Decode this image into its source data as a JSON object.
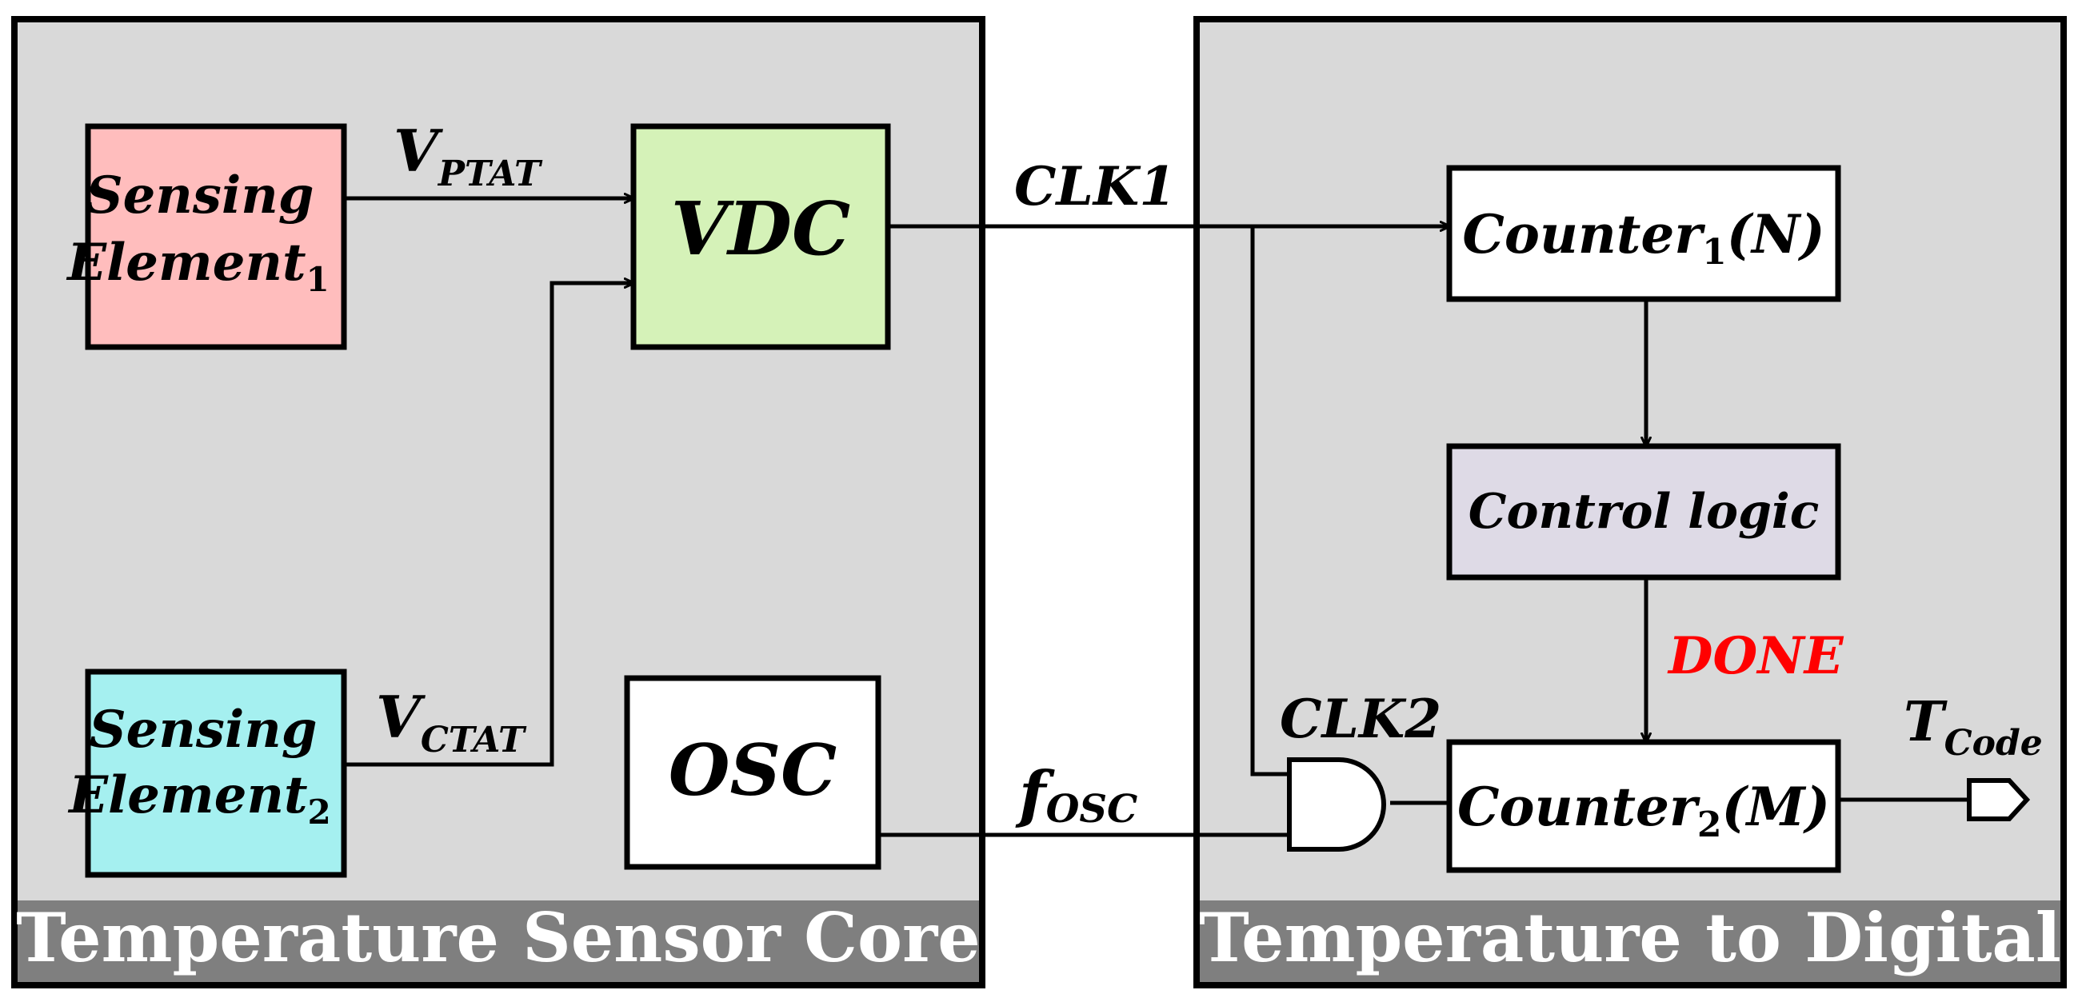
{
  "panels": {
    "left": {
      "title": "Temperature Sensor Core"
    },
    "right": {
      "title": "Temperature to Digital"
    }
  },
  "blocks": {
    "sensing1": {
      "line1": "Sensing",
      "line2": "Element",
      "sub": "1",
      "fill": "#ffbdbd"
    },
    "sensing2": {
      "line1": "Sensing",
      "line2": "Element",
      "sub": "2",
      "fill": "#a5f0f0"
    },
    "vdc": {
      "label": "VDC",
      "fill": "#d5f2b8"
    },
    "osc": {
      "label": "OSC",
      "fill": "#ffffff"
    },
    "counter1": {
      "base": "Counter",
      "sub": "1",
      "arg": "(N)",
      "fill": "#ffffff"
    },
    "control": {
      "label": "Control logic",
      "fill": "#dedae6"
    },
    "counter2": {
      "base": "Counter",
      "sub": "2",
      "arg": "(M)",
      "fill": "#ffffff"
    }
  },
  "signals": {
    "vptat": {
      "base": "V",
      "sub": "PTAT"
    },
    "vctat": {
      "base": "V",
      "sub": "CTAT"
    },
    "clk1": "CLK1",
    "clk2": "CLK2",
    "fosc": {
      "base": "f",
      "sub": "OSC"
    },
    "done": {
      "label": "DONE",
      "color": "#ff0000"
    },
    "tcode": {
      "base": "T",
      "sub": "Code"
    }
  },
  "gates": {
    "and_gate": {
      "type": "AND"
    }
  }
}
